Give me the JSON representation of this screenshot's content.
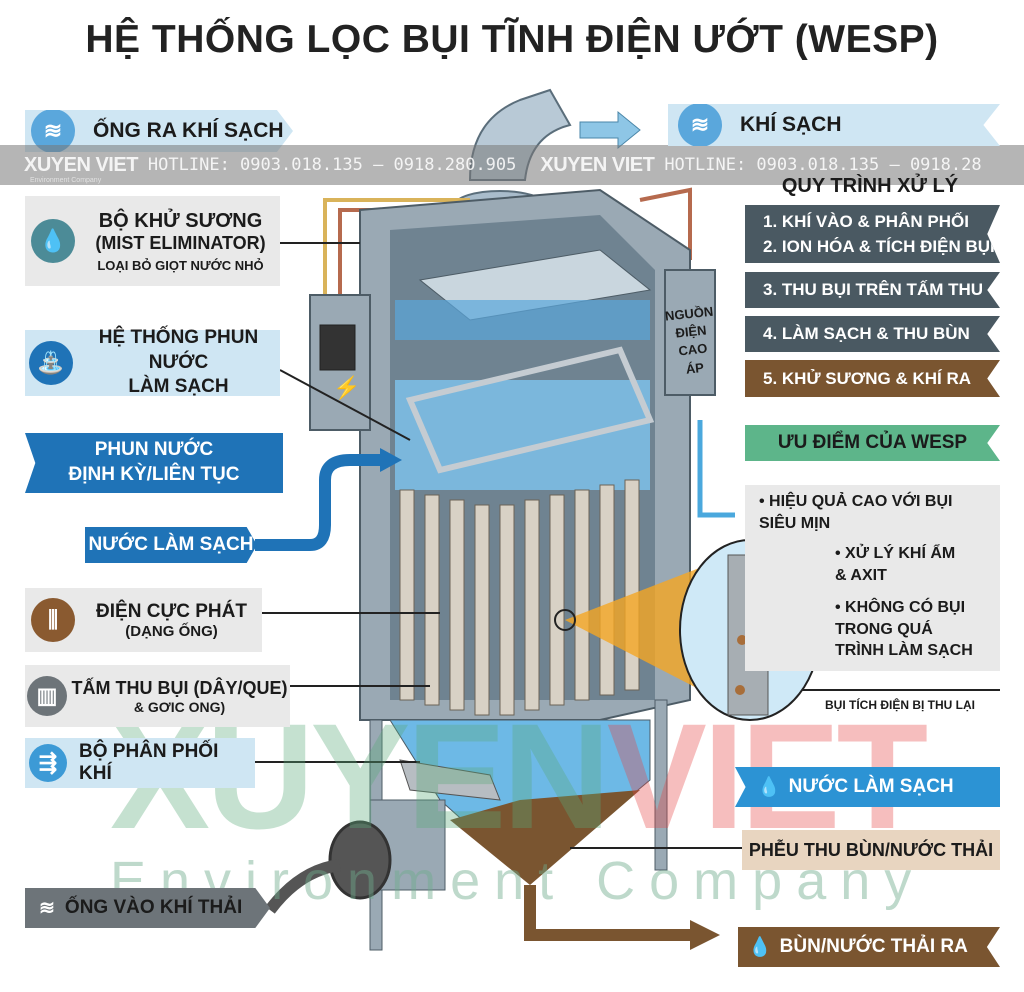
{
  "title": "HỆ THỐNG LỌC BỤI TĨNH ĐIỆN ƯỚT (WESP)",
  "watermark": {
    "brand": "XUYEN VIET",
    "tagline": "Environment Company",
    "hotline": "HOTLINE: 0903.018.135 – 0918.280.905",
    "big_xuyen": "XUYEN",
    "big_viet": "VIET",
    "env": "Environment Company"
  },
  "left_labels": {
    "clean_outlet": "ỐNG RA KHÍ SẠCH",
    "mist_title": "BỘ KHỬ SƯƠNG",
    "mist_sub": "(MIST ELIMINATOR)",
    "mist_desc": "LOẠI BỎ GIỌT NƯỚC NHỎ",
    "spray_1": "HỆ THỐNG PHUN NƯỚC",
    "spray_2": "LÀM SẠCH",
    "periodic_1": "PHUN NƯỚC",
    "periodic_2": "ĐỊNH KỲ/LIÊN TỤC",
    "wash_water": "NƯỚC LÀM SẠCH",
    "electrode_1": "ĐIỆN CỰC PHÁT",
    "electrode_2": "(DẠNG ỐNG)",
    "collector_1": "TẤM THU BỤI (DÂY/QUE)",
    "collector_2": "& GƠIC ONG)",
    "distributor": "BỘ PHÂN PHỐI KHÍ",
    "inlet": "ỐNG VÀO KHÍ THẢI"
  },
  "right_labels": {
    "clean_gas": "KHÍ SẠCH",
    "process_title": "QUY TRÌNH XỬ LÝ",
    "steps": [
      "1. KHÍ VÀO & PHÂN PHỐI",
      "2. ION HÓA & TÍCH ĐIỆN BỤI",
      "3. THU BỤI TRÊN TẤM THU",
      "4. LÀM SẠCH & THU BÙN",
      "5. KHỬ SƯƠNG & KHÍ RA"
    ],
    "power": [
      "NGUỒN",
      "ĐIỆN",
      "CAO ÁP"
    ],
    "advantages_title": "ƯU ĐIỂM CỦA WESP",
    "advantages": [
      "• HIỆU QUẢ CAO VỚI BỤI SIÊU MỊN",
      "• XỬ LÝ KHÍ ẨM & AXIT",
      "• KHÔNG CÓ BỤI TRONG QUÁ TRÌNH LÀM SẠCH"
    ],
    "charged_dust": "BỤI TÍCH ĐIỆN BỊ THU LẠI",
    "wash_water": "NƯỚC LÀM SẠCH",
    "hopper": "PHỄU THU BÙN/NƯỚC THẢI",
    "sludge_out": "BÙN/NƯỚC THẢI RA"
  },
  "colors": {
    "light_blue": "#cfe6f3",
    "blue": "#1f73b7",
    "dark_slate": "#4a5962",
    "brown": "#7a5530",
    "green": "#5db58a",
    "tan": "#e8d5c0",
    "gray_label": "#6d7479"
  },
  "icons": [
    "wind-icon",
    "droplets-icon",
    "sprinkler-icon",
    "electrode-icon",
    "filter-icon",
    "airflow-icon",
    "water-drop-icon"
  ]
}
